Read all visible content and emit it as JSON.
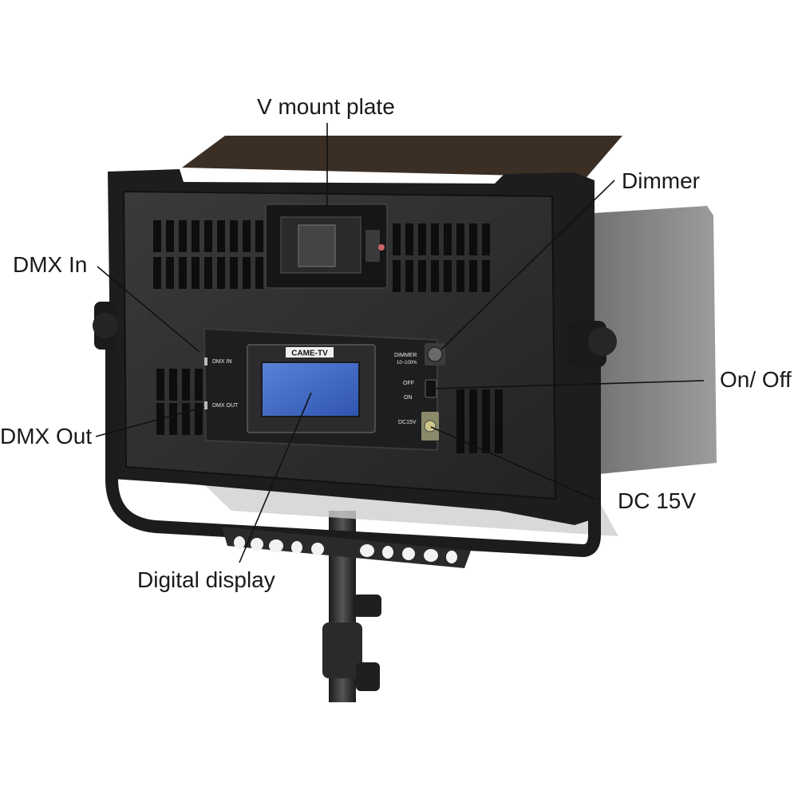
{
  "callouts": {
    "v_mount_plate": "V mount plate",
    "dimmer": "Dimmer",
    "dmx_in": "DMX In",
    "on_off": "On/ Off",
    "dmx_out": "DMX Out",
    "dc_15v": "DC 15V",
    "digital_display": "Digital display"
  },
  "panel": {
    "brand": "CAME-TV",
    "dmx_in": "DMX IN",
    "dmx_out": "DMX OUT",
    "dimmer": "DIMMER",
    "dimmer_range": "10~100%",
    "off": "OFF",
    "on": "ON",
    "dc": "DC15V"
  },
  "colors": {
    "body": "#2b2b2d",
    "body_dark": "#1c1c1e",
    "barndoor": "#8a8a8c",
    "barndoor_top": "#3a3028",
    "screen": "#3f68c8",
    "leader": "#111111"
  }
}
